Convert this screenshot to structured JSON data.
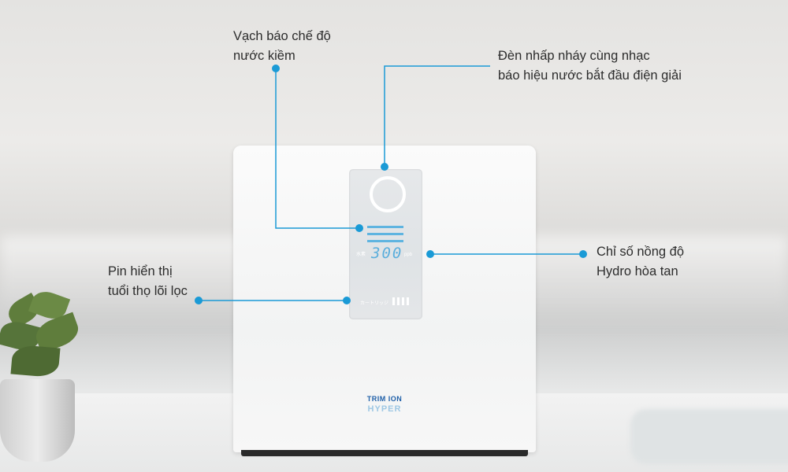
{
  "callouts": {
    "alkaline_bar": {
      "line1": "Vạch báo chế độ",
      "line2": "nước kiềm"
    },
    "flash_light": {
      "line1": "Đèn nhấp nháy cùng nhạc",
      "line2": "báo hiệu nước bắt đầu điện giải"
    },
    "hydrogen": {
      "line1": "Chỉ số nồng độ",
      "line2": "Hydro hòa tan"
    },
    "filter_life": {
      "line1": "Pin hiển thị",
      "line2": "tuổi thọ lõi lọc"
    }
  },
  "display": {
    "hydrogen_label": "水素",
    "value": "300",
    "unit": "ppb",
    "cartridge_label": "カートリッジ",
    "cartridge_level": 4
  },
  "brand": {
    "line1": "TRIM ION",
    "line2": "HYPER"
  },
  "colors": {
    "accent": "#1a9ad6",
    "display_blue": "#5aaedc"
  }
}
